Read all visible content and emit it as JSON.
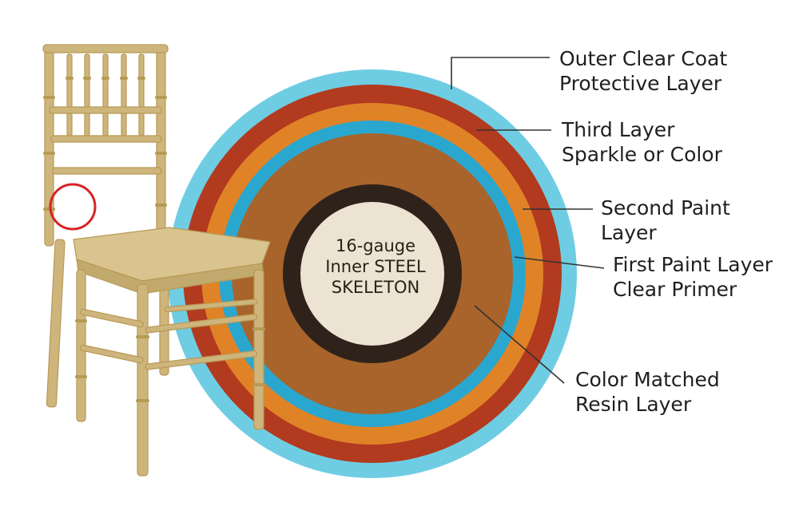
{
  "diagram": {
    "center": {
      "line1": "16-gauge",
      "line2": "Inner STEEL",
      "line3": "SKELETON"
    },
    "rings": [
      {
        "name": "outer-clear-coat-ring",
        "color": "#6fcde3"
      },
      {
        "name": "third-layer-ring",
        "color": "#b23a1f"
      },
      {
        "name": "second-paint-ring",
        "color": "#e08327"
      },
      {
        "name": "first-paint-ring",
        "color": "#2aa7cf"
      },
      {
        "name": "resin-ring",
        "color": "#a8642a"
      },
      {
        "name": "steel-ring",
        "color": "#2f221b"
      },
      {
        "name": "core-disc",
        "color": "#ece3d2"
      }
    ],
    "labels": {
      "outer_clear_coat": {
        "line1": "Outer Clear Coat",
        "line2": "Protective Layer"
      },
      "third_layer": {
        "line1": "Third Layer",
        "line2": "Sparkle or Color"
      },
      "second_paint": {
        "line1": "Second Paint",
        "line2": "Layer"
      },
      "first_paint": {
        "line1": "First Paint Layer",
        "line2": "Clear Primer"
      },
      "resin": {
        "line1": "Color Matched",
        "line2": "Resin Layer"
      }
    },
    "colors": {
      "chair_gold": "#c9b27a",
      "highlight_circle": "#d62424",
      "leader_line": "#333333"
    }
  }
}
